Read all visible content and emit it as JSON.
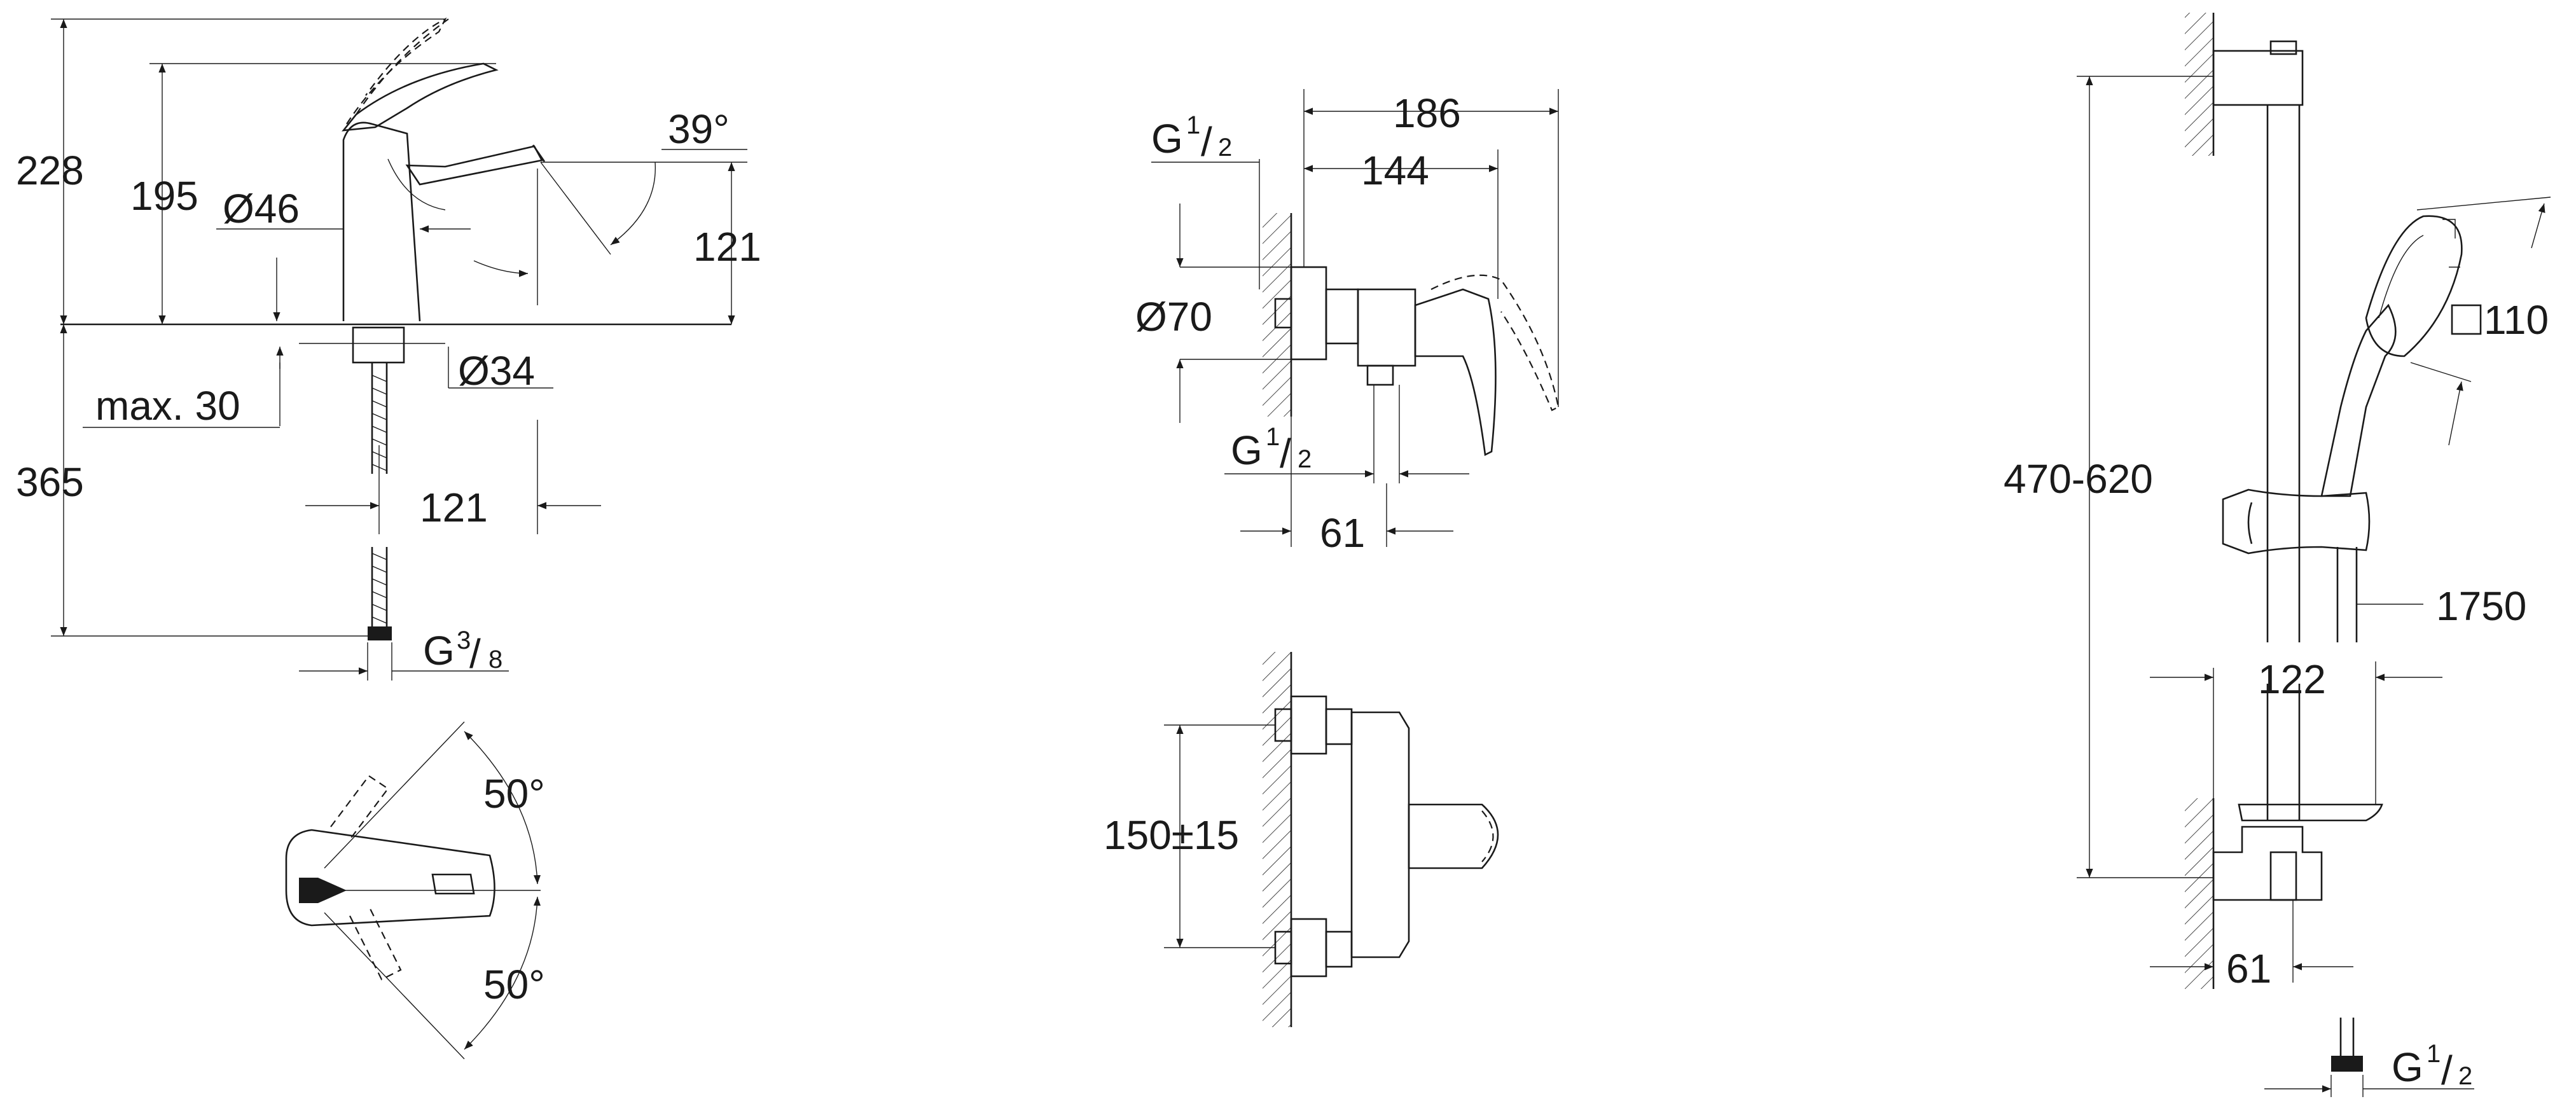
{
  "basin_mixer": {
    "side": {
      "h_total": "228",
      "h_spout": "195",
      "spout_angle": "39°",
      "h_outlet": "121",
      "body_dia": "Ø46",
      "base_dia": "Ø34",
      "deck_thickness": "max. 30",
      "hose_length": "365",
      "reach": "121",
      "connection": "G",
      "conn_num": "3",
      "conn_den": "8"
    },
    "top": {
      "angle_left": "50°",
      "angle_right": "50°"
    }
  },
  "shower_mixer": {
    "side": {
      "inlet": "G",
      "inlet_num": "1",
      "inlet_den": "2",
      "width_total": "186",
      "width_body": "144",
      "rosette_dia": "Ø70",
      "outlet": "G",
      "outlet_num": "1",
      "outlet_den": "2",
      "outlet_offset": "61"
    },
    "front": {
      "centers": "150±15"
    }
  },
  "shower_rail": {
    "rail_length": "470-620",
    "head_size": "110",
    "hose_length": "1750",
    "rail_projection": "122",
    "wall_offset": "61",
    "connection": "G",
    "conn_num": "1",
    "conn_den": "2"
  }
}
